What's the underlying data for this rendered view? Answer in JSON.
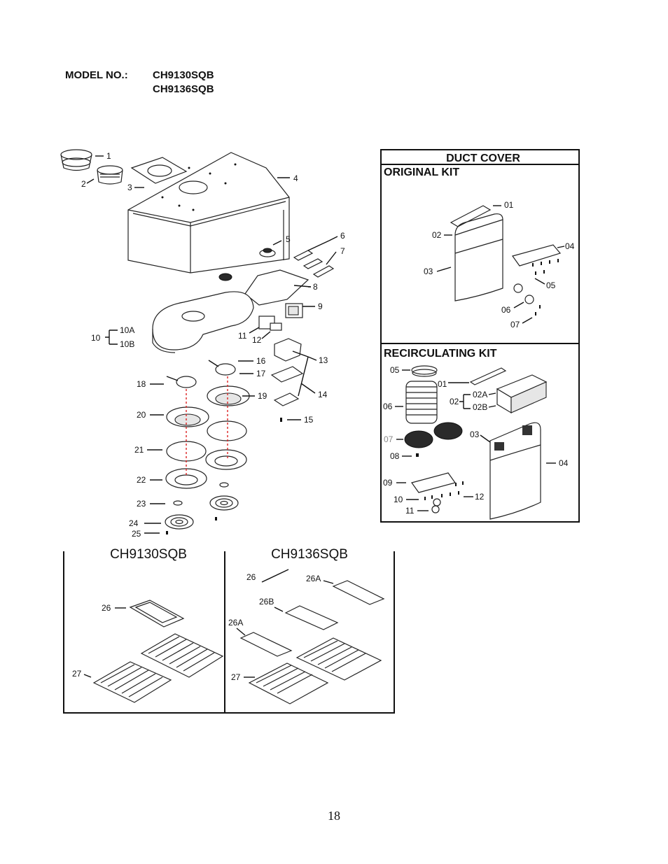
{
  "header": {
    "model_label": "MODEL NO.:",
    "model_1": "CH9130SQB",
    "model_2": "CH9136SQB"
  },
  "duct_cover": {
    "title": "DUCT COVER",
    "original_kit": {
      "title": "ORIGINAL KIT",
      "labels": [
        "01",
        "02",
        "03",
        "04",
        "05",
        "06",
        "07"
      ]
    },
    "recirculating_kit": {
      "title": "RECIRCULATING KIT",
      "labels": [
        "05",
        "01",
        "06",
        "02",
        "02A",
        "02B",
        "07",
        "03",
        "08",
        "04",
        "09",
        "10",
        "12",
        "11"
      ]
    }
  },
  "main_labels": [
    "1",
    "2",
    "3",
    "4",
    "5",
    "6",
    "7",
    "8",
    "9",
    "10",
    "10A",
    "10B",
    "11",
    "12",
    "13",
    "14",
    "15",
    "16",
    "17",
    "18",
    "19",
    "20",
    "21",
    "22",
    "23",
    "24",
    "25"
  ],
  "filters": {
    "left_title": "CH9130SQB",
    "right_title": "CH9136SQB",
    "left_labels": [
      "26",
      "27"
    ],
    "right_labels": [
      "26",
      "26A",
      "26B",
      "26A",
      "27"
    ]
  },
  "page_number": "18"
}
